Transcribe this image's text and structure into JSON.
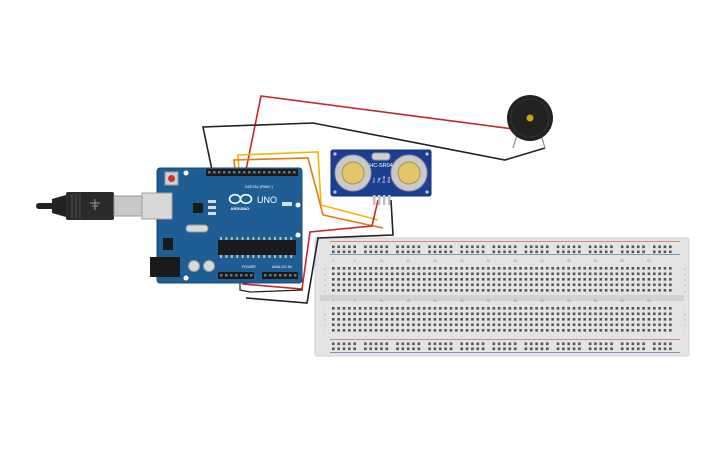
{
  "arduino": {
    "brand": "ARDUINO",
    "model": "UNO",
    "digital_label": "DIGITAL (PWM~)",
    "power_label": "POWER",
    "analog_label": "ANALOG IN",
    "board_color": "#1e5e95"
  },
  "sensor": {
    "model": "HC-SR04",
    "pin_labels": [
      "Vcc",
      "Trig",
      "Echo",
      "Gnd"
    ],
    "board_color": "#1d3f93"
  },
  "buzzer": {
    "color": "#222222",
    "center_color": "#d4a017"
  },
  "breadboard": {
    "column_numbers": [
      "1",
      "5",
      "10",
      "15",
      "20",
      "25",
      "30",
      "35",
      "40",
      "45",
      "50",
      "55",
      "60"
    ],
    "row_letters_top": [
      "a",
      "b",
      "c",
      "d",
      "e"
    ],
    "row_letters_bottom": [
      "f",
      "g",
      "h",
      "i",
      "j"
    ],
    "color": "#e4e4e4"
  },
  "wire_colors": {
    "red": "#c62828",
    "black": "#222222",
    "yellow": "#f2b705",
    "orange": "#e07b17",
    "gray": "#8a8a8a"
  }
}
